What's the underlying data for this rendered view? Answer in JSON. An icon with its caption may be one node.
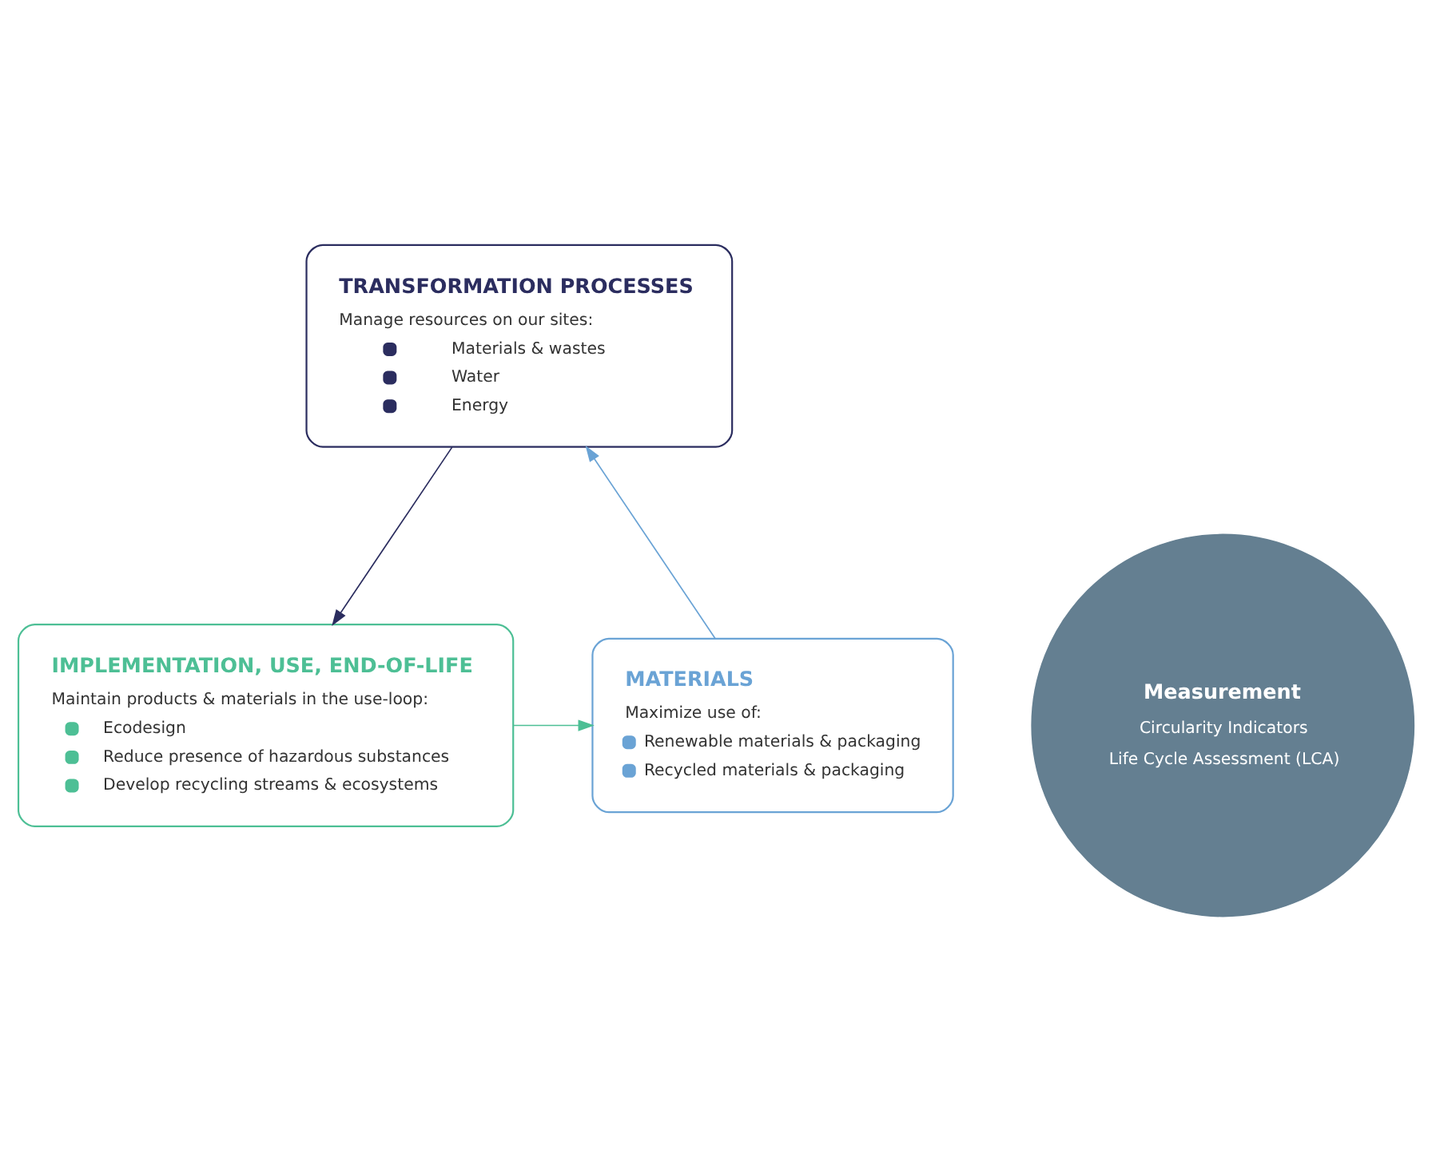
{
  "diagram": {
    "nodes": [
      {
        "text": [
          "TRANSFORMATION PROCESSES",
          "Manage resources on our sites:",
          "Materials & wastes",
          "Water",
          "Energy"
        ]
      },
      {
        "text": [
          "IMPLEMENTATION, USE, END-OF-LIFE",
          "Maintain products & materials in the use-loop:",
          "Ecodesign",
          "Reduce presence of hazardous substances",
          "Develop recycling streams & ecosystems"
        ]
      },
      {
        "text": [
          "MATERIALS",
          "Maximize use of:",
          "Renewable materials & packaging",
          "Recycled materials & packaging"
        ]
      },
      {
        "text": [
          "Measurement",
          "Circularity Indicators",
          "Life Cycle Assessment (LCA)"
        ]
      }
    ],
    "edges": [
      {
        "from": 0,
        "to": 1,
        "arrow": "to",
        "color": "#2b2d5f"
      },
      {
        "from": 1,
        "to": 2,
        "arrow": "to",
        "color": "#4dbf95"
      },
      {
        "from": 2,
        "to": 0,
        "arrow": "to",
        "color": "#6aa3d5"
      }
    ]
  }
}
